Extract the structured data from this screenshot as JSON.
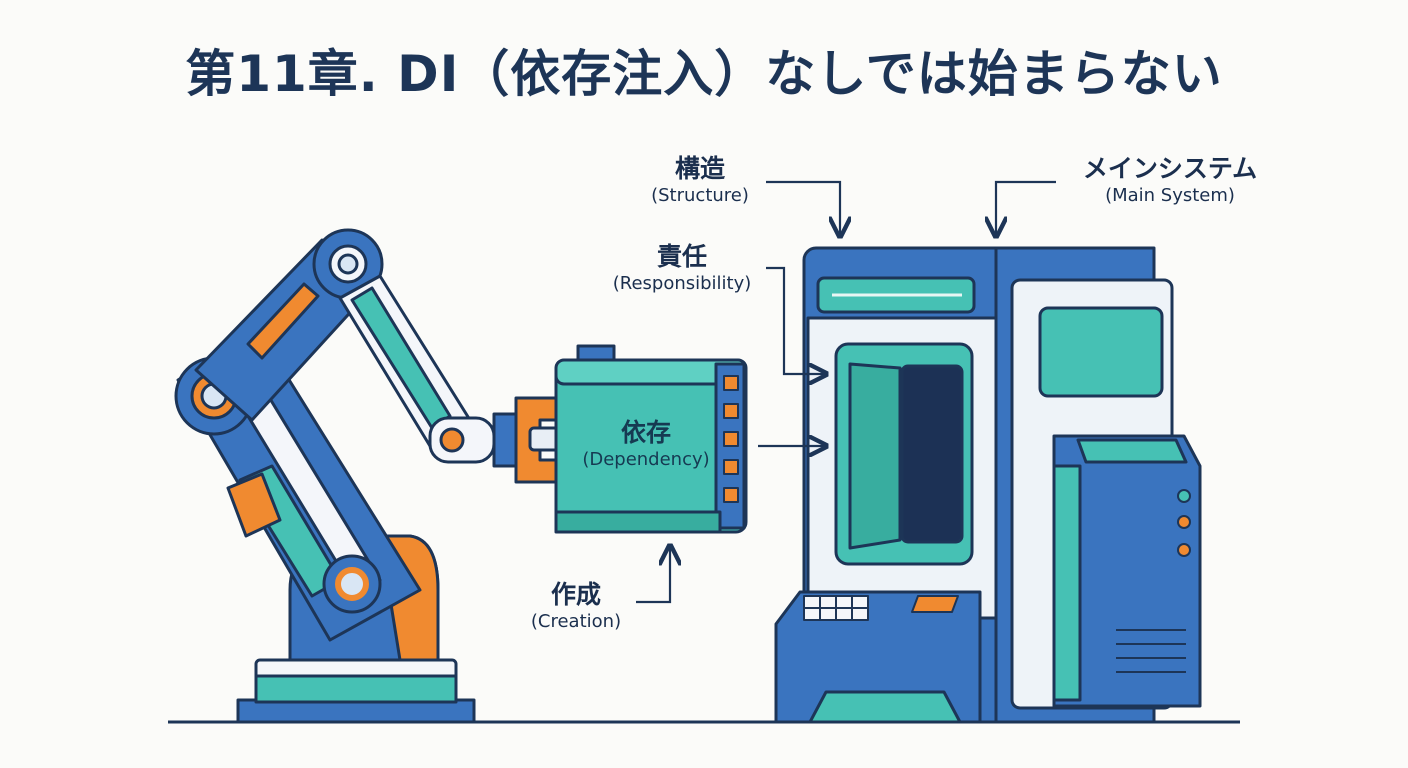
{
  "title": "第11章. DI（依存注入）なしでは始まらない",
  "labels": {
    "structure": {
      "jp": "構造",
      "en": "(Structure)"
    },
    "main_system": {
      "jp": "メインシステム",
      "en": "(Main System)"
    },
    "responsibility": {
      "jp": "責任",
      "en": "(Responsibility)"
    },
    "dependency": {
      "jp": "依存",
      "en": "(Dependency)"
    },
    "creation": {
      "jp": "作成",
      "en": "(Creation)"
    }
  },
  "colors": {
    "blue": "#4a84c8",
    "dark_blue": "#1d3557",
    "orange": "#f08a30",
    "teal": "#3dbfb0",
    "light": "#eef3f8"
  }
}
